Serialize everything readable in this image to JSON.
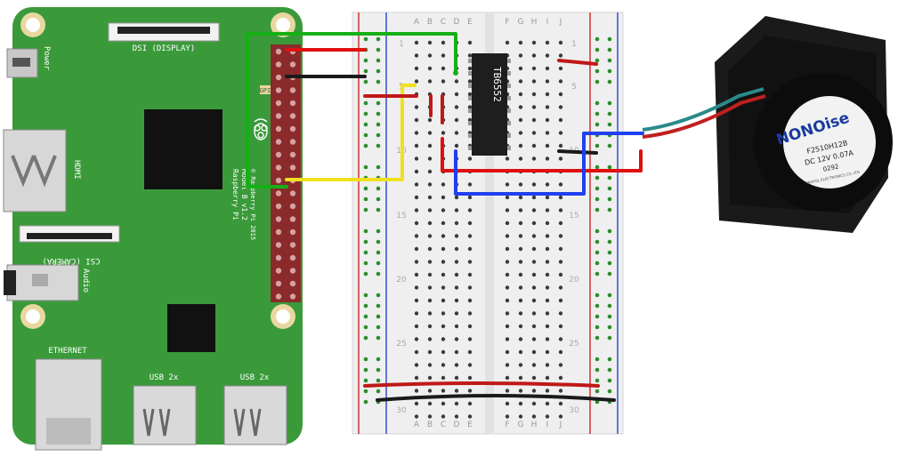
{
  "pi": {
    "dsi_label": "DSI (DISPLAY)",
    "power_label": "Power",
    "hdmi_label": "HDMI",
    "csi_label": "CSI (CAMERA)",
    "audio_label": "Audio",
    "ethernet_label": "ETHERNET",
    "usb1_label": "USB 2x",
    "usb2_label": "USB 2x",
    "gpio_label": "GPIO",
    "model_line1": "Raspberry Pi",
    "model_line2": "Model B v1.2",
    "model_line3": "© Raspberry Pi 2015",
    "colors": {
      "board": "#3a9a3a",
      "board_dark": "#2f7f2f",
      "header": "#b83a3a",
      "chip": "#111111",
      "hole": "#d4b978"
    }
  },
  "breadboard": {
    "columns_left": [
      "A",
      "B",
      "C",
      "D",
      "E"
    ],
    "columns_right": [
      "F",
      "G",
      "H",
      "I",
      "J"
    ],
    "row_numbers": [
      "1",
      "5",
      "10",
      "15",
      "20",
      "25",
      "30"
    ],
    "chip_label": "TB6552",
    "colors": {
      "board": "#efefef",
      "rail_red": "#d03030",
      "rail_blue": "#3050d0",
      "hole": "#3a3a3a",
      "rail_hole": "#2e8b2e"
    }
  },
  "fan": {
    "brand": "NONOise",
    "model": "F2510H12B",
    "rating": "DC 12V 0.07A",
    "code": "0292",
    "maker": "PROFOL ELECTRONICS CO. LTD"
  },
  "wires": {
    "colors": {
      "green": "#16b016",
      "red": "#e01010",
      "black": "#1a1a1a",
      "yellow": "#f0e020",
      "blue": "#2040f0"
    }
  }
}
